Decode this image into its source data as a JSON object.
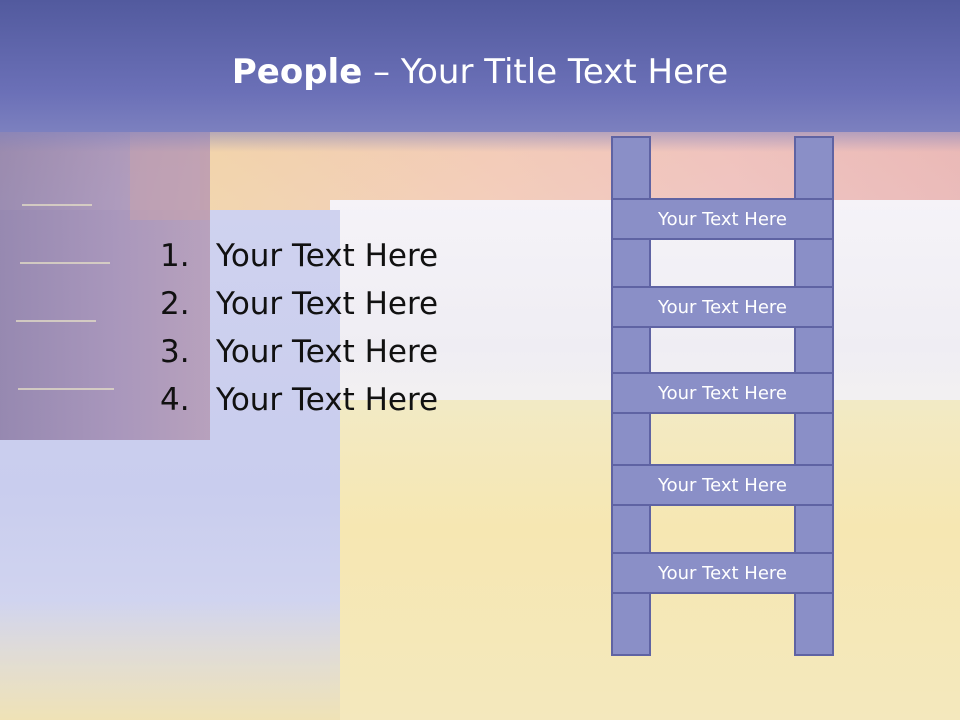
{
  "title": {
    "bold": "People",
    "rest": " – Your Title Text Here"
  },
  "list": {
    "items": [
      {
        "number": "1.",
        "text": "Your Text Here"
      },
      {
        "number": "2.",
        "text": "Your Text Here"
      },
      {
        "number": "3.",
        "text": "Your Text Here"
      },
      {
        "number": "4.",
        "text": "Your Text Here"
      }
    ]
  },
  "ladder": {
    "rungs": [
      {
        "text": "Your Text Here"
      },
      {
        "text": "Your Text Here"
      },
      {
        "text": "Your Text Here"
      },
      {
        "text": "Your Text Here"
      },
      {
        "text": "Your Text Here"
      }
    ]
  },
  "colors": {
    "title_bar": "#6b70b7",
    "ladder_fill": "#8a8fc7",
    "ladder_border": "#5f63a3"
  }
}
